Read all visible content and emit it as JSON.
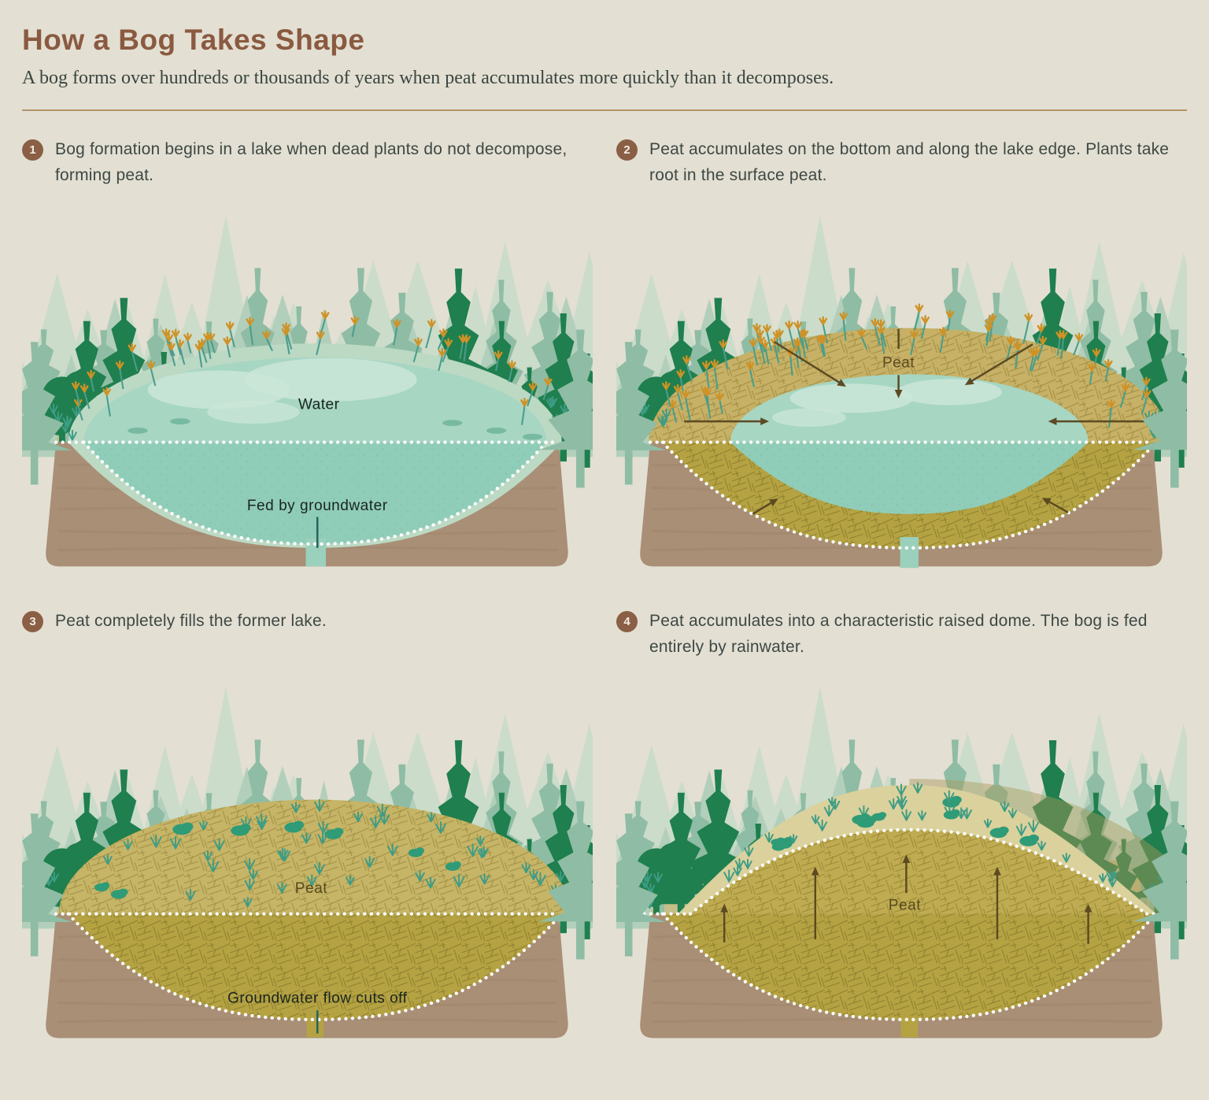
{
  "header": {
    "title": "How a Bog Takes Shape",
    "subtitle": "A bog forms over hundreds or thousands of years when peat accumulates more quickly than it decomposes."
  },
  "steps": [
    {
      "number": "1",
      "text": "Bog formation begins in a lake when dead plants do not decompose, forming peat."
    },
    {
      "number": "2",
      "text": "Peat accumulates on the bottom and along the lake edge. Plants take root in the surface peat."
    },
    {
      "number": "3",
      "text": "Peat completely fills the former lake."
    },
    {
      "number": "4",
      "text": "Peat accumulates into a characteristic raised dome. The bog is fed entirely by rainwater."
    }
  ],
  "scene_labels": {
    "panel1_water": "Water",
    "panel1_fed": "Fed by groundwater",
    "panel2_peat": "Peat",
    "panel3_peat": "Peat",
    "panel3_groundwater": "Groundwater flow cuts off",
    "panel4_peat": "Peat"
  },
  "colors": {
    "background": "#E3DFD3",
    "title": "#8A5A40",
    "badge": "#8A5F45",
    "divider": "#B29468",
    "step_text": "#3E4843",
    "label_dark": "#1A251F",
    "arrow": "#5C4A22",
    "peat_label": "#564A20",
    "leader_teal": "#27655C",
    "forest_pale": "#CBDCCA",
    "forest_mid": "#B2CFBB",
    "forest_sage": "#8FBCA4",
    "forest_dark": "#1F7F4E",
    "field": "#C9BC7A",
    "soil": "#A98F76",
    "soil_streak": "#95795F",
    "shelf": "#BCD9C4",
    "water": "#A7D6C3",
    "water_deep": "#90CDB8",
    "water_light": "#C9E6D7",
    "water_dot": "#76B9A2",
    "inlet": "#9AD0BC",
    "peat_ring": "#C6B166",
    "peat_ring_line": "#9E8A3E",
    "peat_top": "#C6B467",
    "peat_top_line": "#9C8C3E",
    "peat_deep": "#B5A343",
    "peat_deep_line": "#8A7A2C",
    "peat_dome": "#BFAC52",
    "peat_dome_line": "#97842F",
    "dome_surface": "#DAD19C",
    "dome_shadow": "#A89A58",
    "grass_teal": "#3E9C85",
    "moss": "#2F9B77",
    "reed_stem": "#4A9D8C",
    "reed_tip": "#CE9226",
    "dots": "#FFFFFF"
  }
}
